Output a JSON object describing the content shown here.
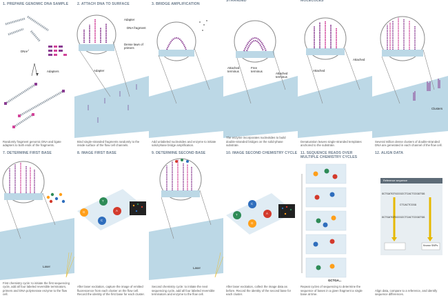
{
  "steps": [
    {
      "title": "1. Prepare genomic DNA sample",
      "caption": "Randomly fragment genomic DNA and ligate adapters to both ends of the fragments.",
      "labels": [
        "DNA",
        "Adapters"
      ]
    },
    {
      "title": "2. Attach DNA to surface",
      "caption": "Bind single-stranded fragments randomly to the inside surface of the flow cell channels.",
      "labels": [
        "Adapter",
        "DNA fragment",
        "Dense lawn of primers",
        "Adapter"
      ]
    },
    {
      "title": "3. Bridge amplification",
      "caption": "Add unlabeled nucleotides and enzyme to initiate solid-phase bridge amplification.",
      "labels": []
    },
    {
      "title": "stranded",
      "caption": "The enzyme incorporates nucleotides to build double-stranded bridges on the solid-phase substrate.",
      "labels": [
        "Attached terminus",
        "Free terminus",
        "Attached terminus"
      ]
    },
    {
      "title": "molecules",
      "caption": "Denaturation leaves single-stranded templates anchored to the substrate.",
      "labels": [
        "Attached",
        "Attached"
      ]
    },
    {
      "title": "",
      "caption": "Several million dense clusters of double-stranded DNA are generated in each channel of the flow cell.",
      "labels": [
        "Clusters"
      ]
    },
    {
      "title": "7. Determine first base",
      "caption": "First chemistry cycle: to initiate the first sequencing cycle, add all four labeled reversible terminators, primers and DNA polymerase enzyme to the flow cell.",
      "labels": [
        "Laser"
      ]
    },
    {
      "title": "8. Image first base",
      "caption": "After laser excitation, capture the image of emitted fluorescence from each cluster on the flow cell. Record the identity of the first base for each cluster.",
      "labels": [
        "G",
        "T",
        "C",
        "A"
      ]
    },
    {
      "title": "9. Determine second base",
      "caption": "Second chemistry cycle: to initiate the next sequencing cycle, add all four labeled reversible terminators and enzyme to the flow cell.",
      "labels": [
        "Laser"
      ]
    },
    {
      "title": "10. Image second chemistry cycle",
      "caption": "After laser excitation, collect the image data as before. Record the identity of the second base for each cluster.",
      "labels": [
        "C",
        "A",
        "T",
        "G"
      ]
    },
    {
      "title": "11. Sequence reads over multiple chemistry cycles",
      "caption": "Repeat cycles of sequencing to determine the sequence of bases in a given fragment a single base at time.",
      "labels": [
        "GCTGA..."
      ]
    },
    {
      "title": "12. Align data",
      "caption": "Align data, compare to a reference, and identify sequence differences.",
      "labels": [
        "Reference sequence",
        "GCTGATGTGCCGCCTCACTCCGGTGG",
        "CTCACTCCGG",
        "GCTGATGTGCCGCCTCACTCCGGTGG",
        "Known SNPs"
      ]
    }
  ],
  "colors": {
    "dna": "#9aa4ad",
    "adapter": "#8a3c92",
    "adapterPink": "#d2449a",
    "surface": "#bcd8e6",
    "title": "#6b7b8c",
    "G": "#ff9f1a",
    "T": "#2e8b57",
    "C": "#2f6ebd",
    "A": "#d33a2c"
  }
}
